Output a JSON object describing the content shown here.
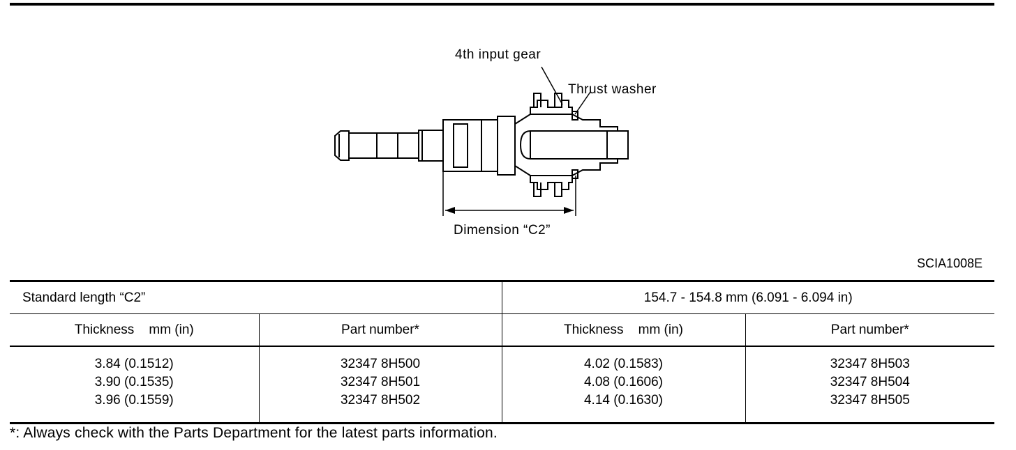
{
  "figure": {
    "label_gear": "4th input gear",
    "label_washer": "Thrust washer",
    "label_dimension": "Dimension “C2”",
    "figure_id": "SCIA1008E"
  },
  "table": {
    "standard_label": "Standard length “C2”",
    "standard_value": "154.7 - 154.8 mm (6.091 - 6.094 in)",
    "headers": [
      "Thickness    mm (in)",
      "Part number*",
      "Thickness    mm (in)",
      "Part number*"
    ],
    "columns": [
      [
        "3.84 (0.1512)",
        "3.90 (0.1535)",
        "3.96 (0.1559)"
      ],
      [
        "32347 8H500",
        "32347 8H501",
        "32347 8H502"
      ],
      [
        "4.02 (0.1583)",
        "4.08 (0.1606)",
        "4.14 (0.1630)"
      ],
      [
        "32347 8H503",
        "32347 8H504",
        "32347 8H505"
      ]
    ]
  },
  "footnote": "*: Always check with the Parts Department for the latest parts information."
}
